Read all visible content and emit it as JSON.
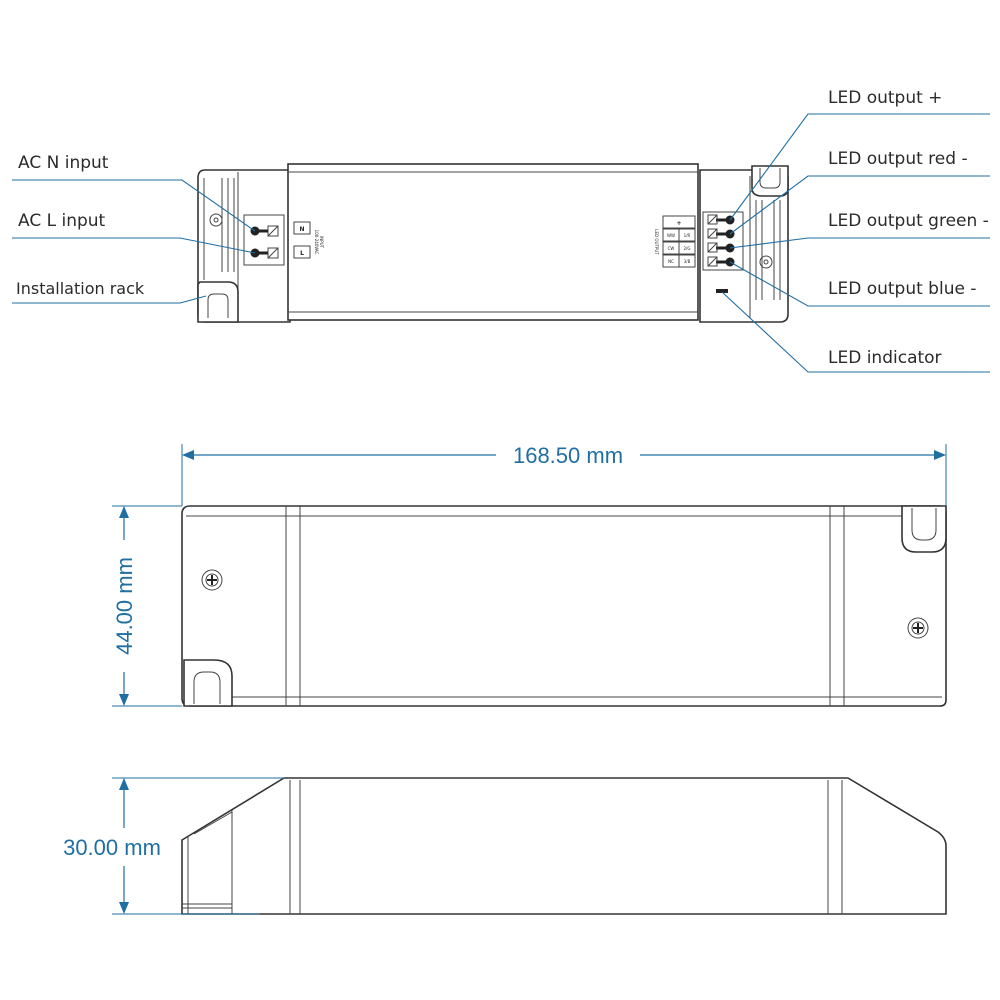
{
  "callouts": {
    "ac_n_input": "AC N input",
    "ac_l_input": "AC L input",
    "installation_rack": "Installation rack",
    "led_output_plus": "LED output +",
    "led_output_red": "LED output red -",
    "led_output_green": "LED output green -",
    "led_output_blue": "LED output blue -",
    "led_indicator": "LED indicator"
  },
  "terminal_labels": {
    "input_n": "N",
    "input_l": "L",
    "input_title": "INPUT",
    "input_voltage": "100-240VAC",
    "output_title": "LED OUTPUT",
    "out_plus": "+",
    "out_ww": "WW",
    "out_1r": "1/R",
    "out_cw": "CW",
    "out_2g": "2/G",
    "out_nc": "NC",
    "out_3b": "3/B"
  },
  "dimensions": {
    "length": "168.50 mm",
    "width": "44.00 mm",
    "height": "30.00 mm"
  },
  "colors": {
    "leader": "#1f6fa3",
    "outline": "#333333"
  }
}
